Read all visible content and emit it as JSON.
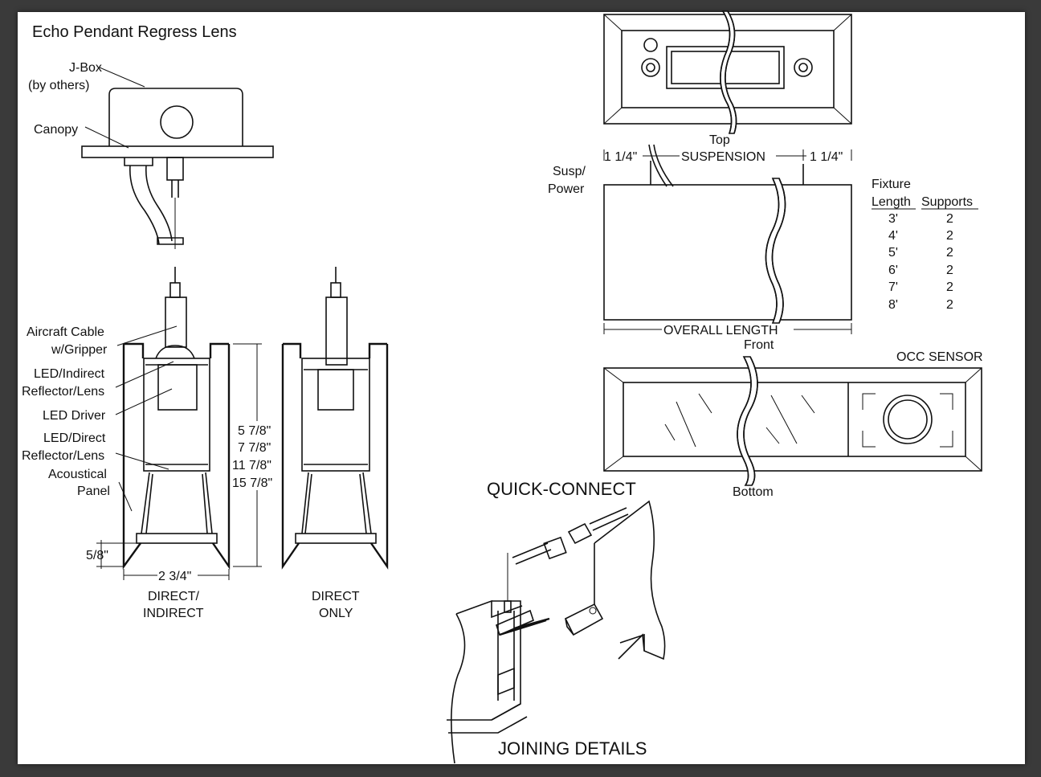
{
  "title": "Echo Pendant Regress Lens",
  "labels": {
    "jbox_1": "J-Box",
    "jbox_2": "(by others)",
    "canopy": "Canopy",
    "aircraft_1": "Aircraft Cable",
    "aircraft_2": "w/Gripper",
    "led_indirect_1": "LED/Indirect",
    "led_indirect_2": "Reflector/Lens",
    "led_driver": "LED Driver",
    "led_direct_1": "LED/Direct",
    "led_direct_2": "Reflector/Lens",
    "acoustical_1": "Acoustical",
    "acoustical_2": "Panel",
    "dim_58": "5/8\"",
    "dim_234": "2 3/4\"",
    "heights": [
      "5 7/8\"",
      "7 7/8\"",
      "11 7/8\"",
      "15 7/8\""
    ],
    "direct_indirect_1": "DIRECT/",
    "direct_indirect_2": "INDIRECT",
    "direct_only_1": "DIRECT",
    "direct_only_2": "ONLY",
    "top": "Top",
    "susp_1": "Susp/",
    "susp_2": "Power",
    "dim_114_left": "1 1/4\"",
    "suspension": "SUSPENSION",
    "dim_114_right": "1 1/4\"",
    "overall_length": "OVERALL LENGTH",
    "front": "Front",
    "occ_sensor": "OCC SENSOR",
    "bottom": "Bottom",
    "quick_connect": "QUICK-CONNECT",
    "joining_details": "JOINING DETAILS"
  },
  "supports_table": {
    "header_fixture": "Fixture",
    "header_length": "Length",
    "header_supports": "Supports",
    "rows": [
      {
        "length": "3'",
        "supports": "2"
      },
      {
        "length": "4'",
        "supports": "2"
      },
      {
        "length": "5'",
        "supports": "2"
      },
      {
        "length": "6'",
        "supports": "2"
      },
      {
        "length": "7'",
        "supports": "2"
      },
      {
        "length": "8'",
        "supports": "2"
      }
    ]
  }
}
